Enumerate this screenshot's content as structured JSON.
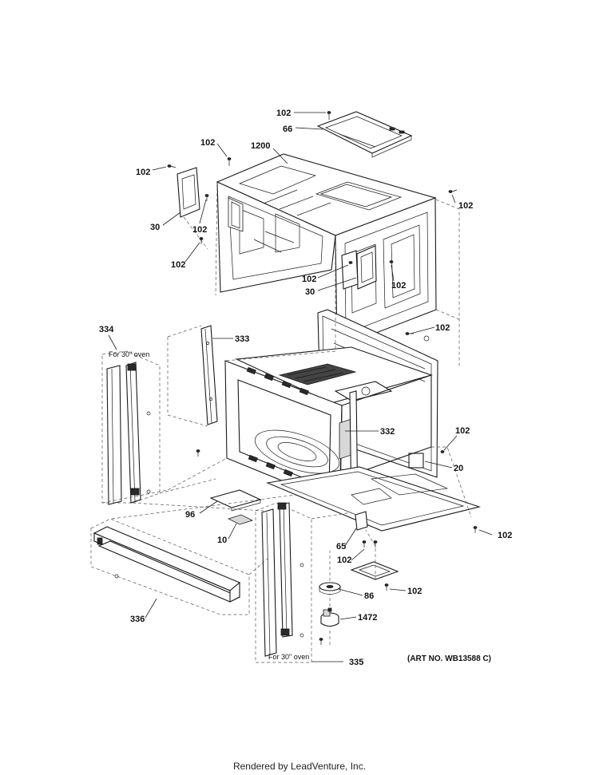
{
  "labels": {
    "l102_top": "102",
    "l66": "66",
    "l102_a": "102",
    "l1200": "1200",
    "l102_b": "102",
    "l102_c": "102",
    "l30_left": "30",
    "l102_d": "102",
    "l102_e": "102",
    "l102_f": "102",
    "l102_g": "102",
    "l30_right": "30",
    "l102_h": "102",
    "l334": "334",
    "l333": "333",
    "l332": "332",
    "l102_i": "102",
    "l20": "20",
    "l96": "96",
    "l10": "10",
    "l65": "65",
    "l102_j": "102",
    "l102_k": "102",
    "l86": "86",
    "l102_l": "102",
    "l1472": "1472",
    "l336": "336",
    "l335": "335"
  },
  "notes": {
    "oven30_left": "For 30\" oven",
    "oven30_bottom": "For 30\" oven"
  },
  "art_number": "(ART NO. WB13588 C)",
  "footer": "Rendered by LeadVenture, Inc."
}
